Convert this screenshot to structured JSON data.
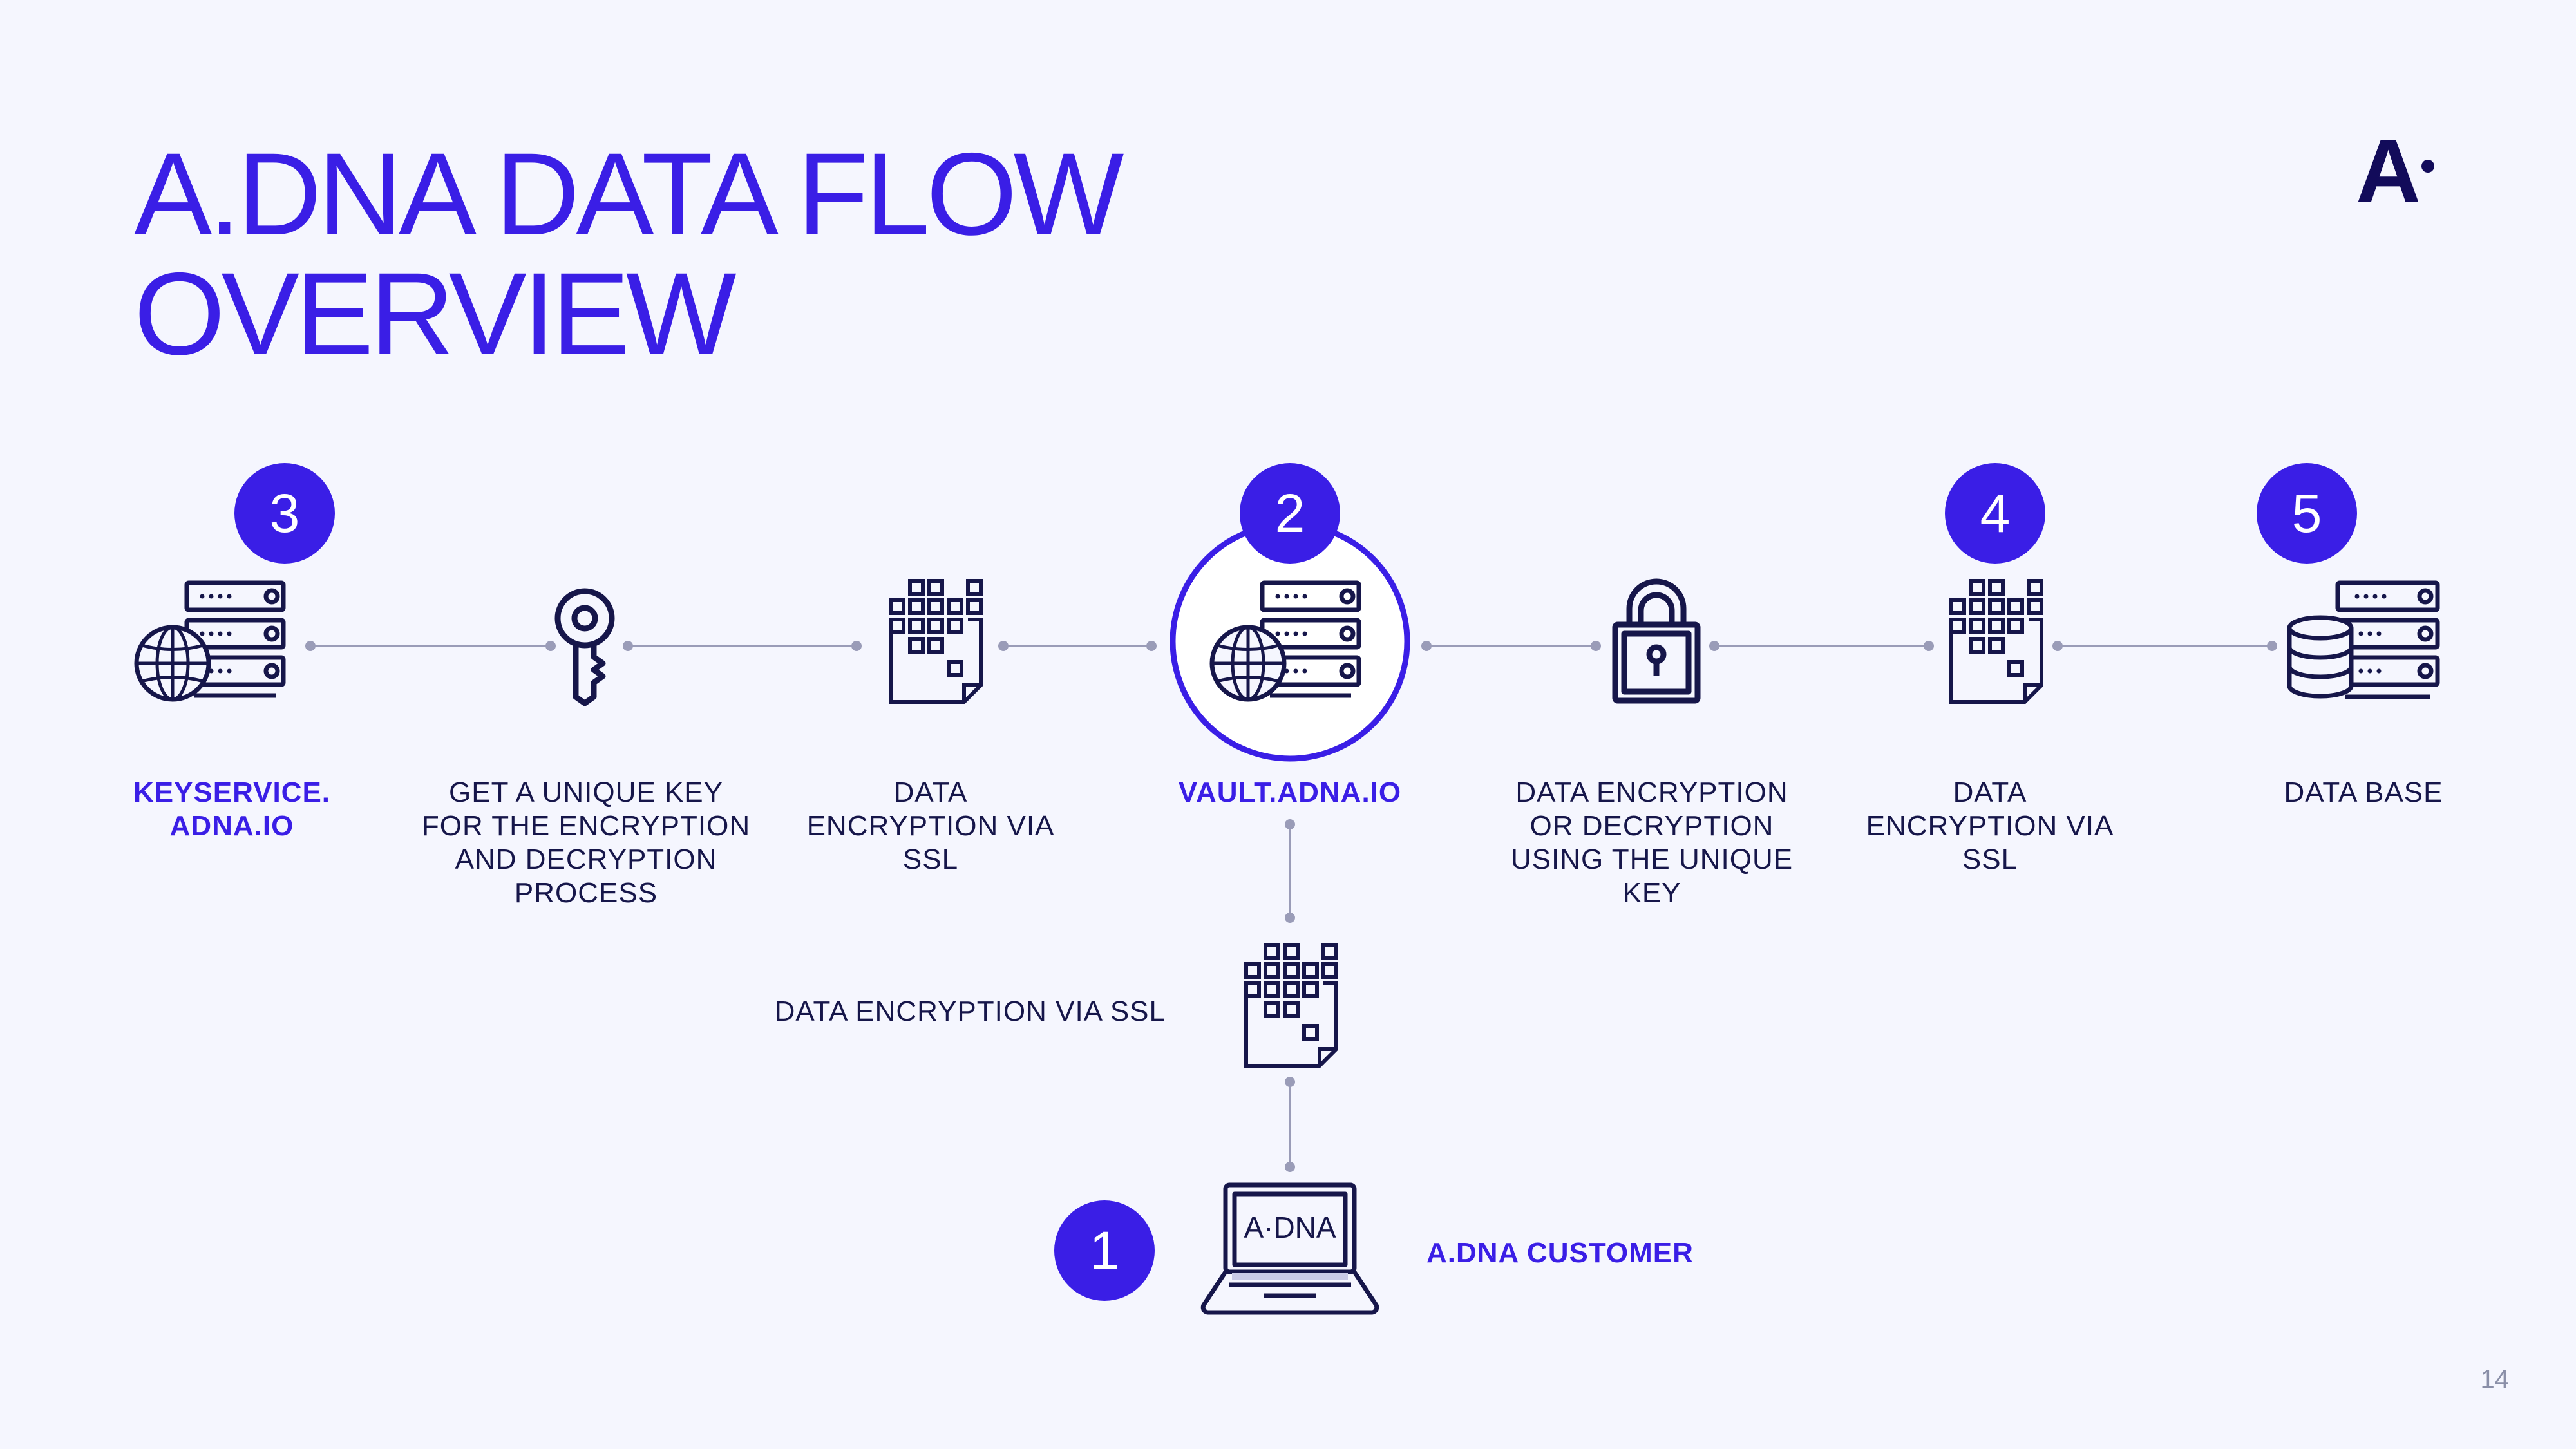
{
  "title_line1": "A.DNA DATA FLOW",
  "title_line2": "OVERVIEW",
  "logo_text": "A",
  "page_number": "14",
  "colors": {
    "accent": "#3a1ee6",
    "ink": "#16164a",
    "connector": "#9a9cb8",
    "background": "#f5f6fe"
  },
  "nodes": {
    "keyservice": {
      "step": "3",
      "label": "KEYSERVICE.\nADNA.IO",
      "icon": "server-globe-icon"
    },
    "unique_key": {
      "label": "GET A UNIQUE KEY\nFOR THE ENCRYPTION\nAND DECRYPTION\nPROCESS",
      "icon": "key-icon"
    },
    "ssl_left": {
      "label": "DATA\nENCRYPTION VIA\nSSL",
      "icon": "encrypted-file-icon"
    },
    "vault": {
      "step": "2",
      "label": "VAULT.ADNA.IO",
      "icon": "server-globe-icon"
    },
    "encrypt_unique": {
      "label": "DATA ENCRYPTION\nOR DECRYPTION\nUSING THE UNIQUE\nKEY",
      "icon": "padlock-icon"
    },
    "ssl_right": {
      "step": "4",
      "label": "DATA\nENCRYPTION VIA\nSSL",
      "icon": "encrypted-file-icon"
    },
    "database": {
      "step": "5",
      "label": "DATA BASE",
      "icon": "database-server-icon"
    },
    "ssl_down": {
      "label": "DATA ENCRYPTION VIA SSL",
      "icon": "encrypted-file-icon"
    },
    "customer": {
      "step": "1",
      "label": "A.DNA CUSTOMER",
      "screen_text": "A·DNA",
      "icon": "laptop-icon"
    }
  }
}
